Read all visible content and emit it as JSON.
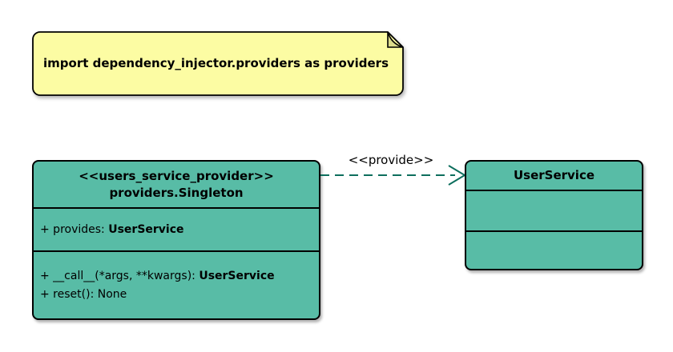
{
  "colors": {
    "background": "#FFFFFF",
    "node_fill": "#58BCA6",
    "note_fill": "#FCFCA3",
    "note_fold": "#DCDC8C",
    "border": "#000000",
    "edge": "#0D6E5D",
    "text": "#000000"
  },
  "note": {
    "text": "import dependency_injector.providers as providers"
  },
  "provider_class": {
    "stereotype": "<<users_service_provider>>",
    "name": "providers.Singleton",
    "attribute": {
      "prefix": "+ provides: ",
      "type": "UserService"
    },
    "method1": {
      "prefix": "+ __call__(*args, **kwargs): ",
      "type": "UserService"
    },
    "method2": {
      "prefix": "+ reset(): None",
      "type": ""
    }
  },
  "service_class": {
    "name": "UserService"
  },
  "edge": {
    "label": "<<provide>>"
  }
}
